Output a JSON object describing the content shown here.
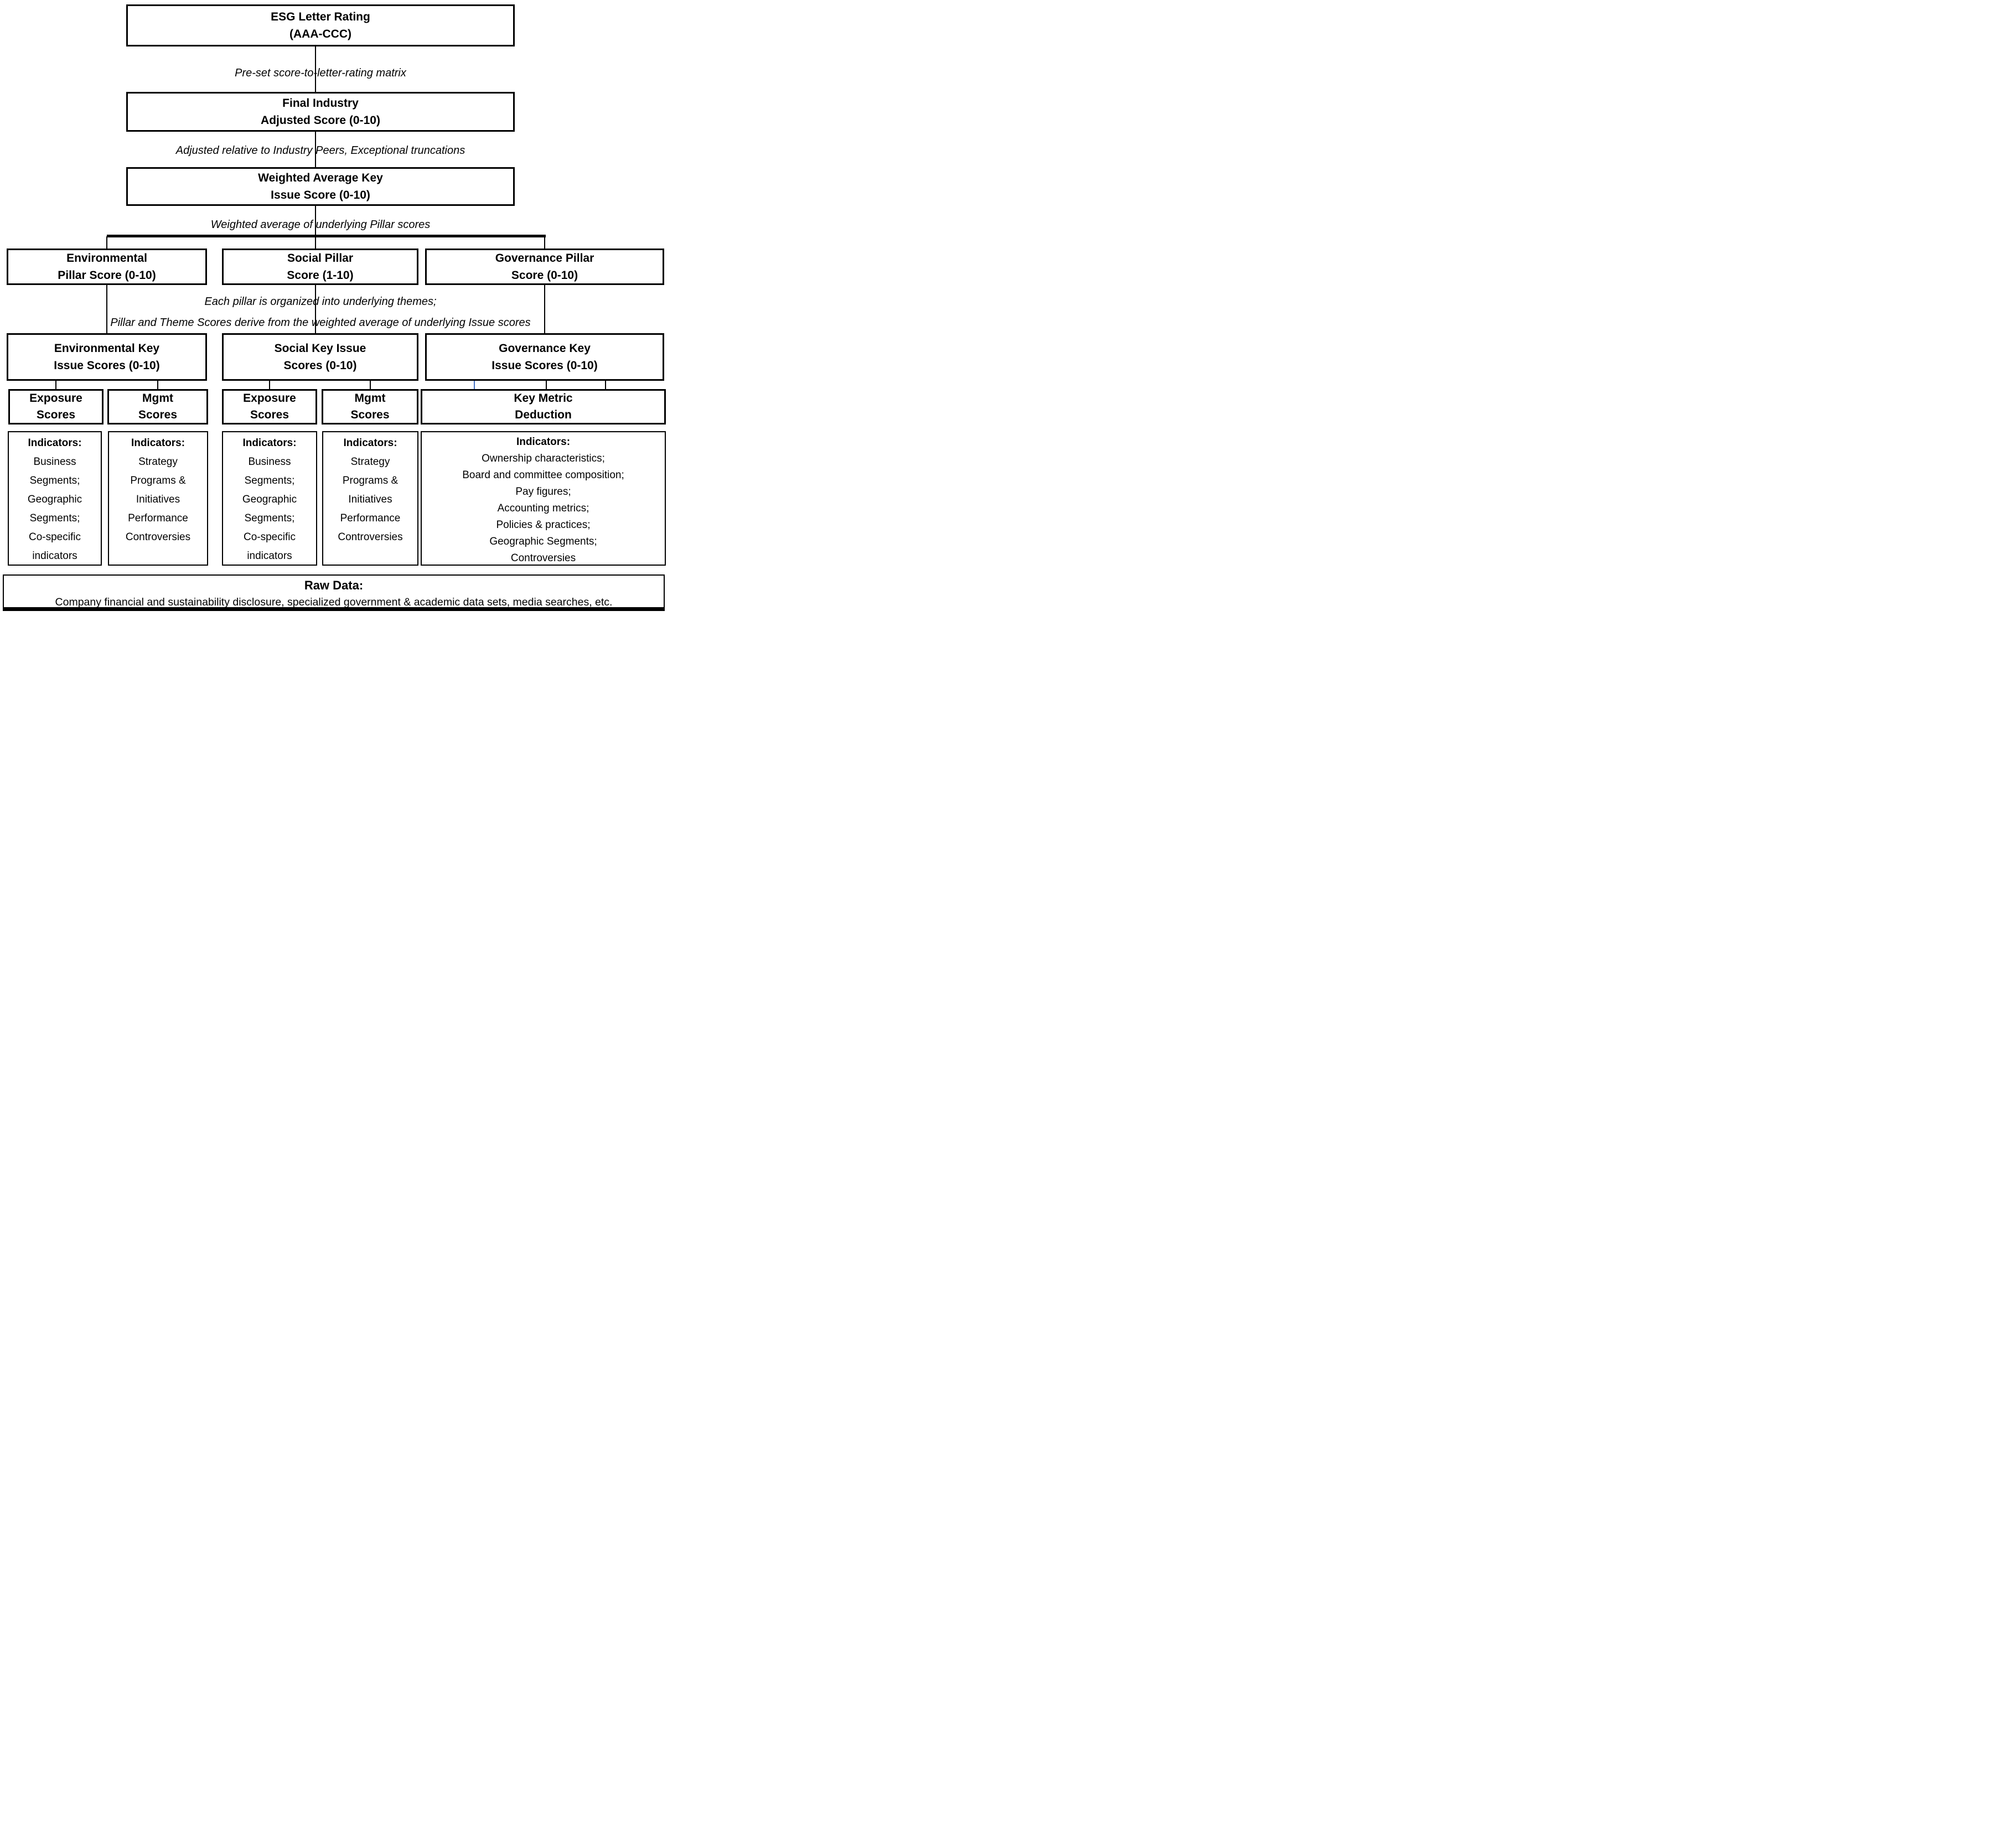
{
  "chain": {
    "esg": {
      "line1": "ESG Letter Rating",
      "line2": "(AAA-CCC)"
    },
    "note1": "Pre-set score-to-letter-rating matrix",
    "final": {
      "line1": "Final Industry",
      "line2": "Adjusted Score (0-10)"
    },
    "note2": "Adjusted relative to Industry Peers, Exceptional truncations",
    "weighted": {
      "line1": "Weighted Average Key",
      "line2": "Issue Score (0-10)"
    },
    "note3": "Weighted average of underlying Pillar scores"
  },
  "pillars_note": {
    "line1": "Each pillar is organized into underlying themes;",
    "line2": "Pillar and Theme Scores derive from the weighted average of underlying Issue scores"
  },
  "environmental": {
    "pillar": {
      "line1": "Environmental",
      "line2": "Pillar Score (0-10)"
    },
    "key_issue": {
      "line1": "Environmental Key",
      "line2": "Issue Scores (0-10)"
    },
    "exposure": {
      "line1": "Exposure",
      "line2": "Scores"
    },
    "mgmt": {
      "line1": "Mgmt",
      "line2": "Scores"
    },
    "exposure_indicators": {
      "title": "Indicators:",
      "lines": [
        "Business",
        "Segments;",
        "Geographic",
        "Segments;",
        "Co-specific",
        "indicators"
      ]
    },
    "mgmt_indicators": {
      "title": "Indicators:",
      "lines": [
        "Strategy",
        "Programs &",
        "Initiatives",
        "Performance",
        "Controversies"
      ]
    }
  },
  "social": {
    "pillar": {
      "line1": "Social Pillar",
      "line2": "Score (1-10)"
    },
    "key_issue": {
      "line1": "Social Key Issue",
      "line2": "Scores (0-10)"
    },
    "exposure": {
      "line1": "Exposure",
      "line2": "Scores"
    },
    "mgmt": {
      "line1": "Mgmt",
      "line2": "Scores"
    },
    "exposure_indicators": {
      "title": "Indicators:",
      "lines": [
        "Business",
        "Segments;",
        "Geographic",
        "Segments;",
        "Co-specific",
        "indicators"
      ]
    },
    "mgmt_indicators": {
      "title": "Indicators:",
      "lines": [
        "Strategy",
        "Programs &",
        "Initiatives",
        "Performance",
        "Controversies"
      ]
    }
  },
  "governance": {
    "pillar": {
      "line1": "Governance Pillar",
      "line2": "Score (0-10)"
    },
    "key_issue": {
      "line1": "Governance Key",
      "line2": "Issue Scores (0-10)"
    },
    "deduction": {
      "line1": "Key Metric",
      "line2": "Deduction"
    },
    "indicators": {
      "title": "Indicators:",
      "lines": [
        "Ownership characteristics;",
        "Board and committee composition;",
        "Pay figures;",
        "Accounting metrics;",
        "Policies & practices;",
        "Geographic Segments;",
        "Controversies"
      ]
    }
  },
  "raw_data": {
    "title": "Raw Data:",
    "body": "Company financial and sustainability disclosure, specialized government & academic data sets, media searches, etc."
  },
  "colors": {
    "line_black": "#000000",
    "connector_blue": "#4472C4",
    "background": "#ffffff"
  }
}
